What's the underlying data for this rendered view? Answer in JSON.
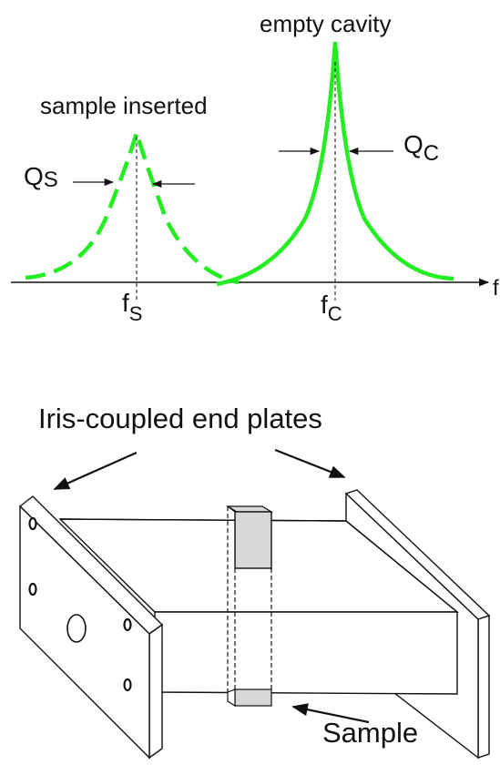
{
  "resonance_plot": {
    "label_empty": "empty cavity",
    "label_sample": "sample inserted",
    "q_sample": {
      "main": "Q",
      "sub": "S"
    },
    "q_cavity": {
      "main": "Q",
      "sub": "C"
    },
    "f_sample": {
      "main": "f",
      "sub": "S"
    },
    "f_cavity": {
      "main": "f",
      "sub": "C"
    },
    "axis_label": "f",
    "curve_color": "#22ee22"
  },
  "cavity_drawing": {
    "title": "Iris-coupled end plates",
    "sample_label": "Sample",
    "sample_fill": "#d8d8d8"
  }
}
